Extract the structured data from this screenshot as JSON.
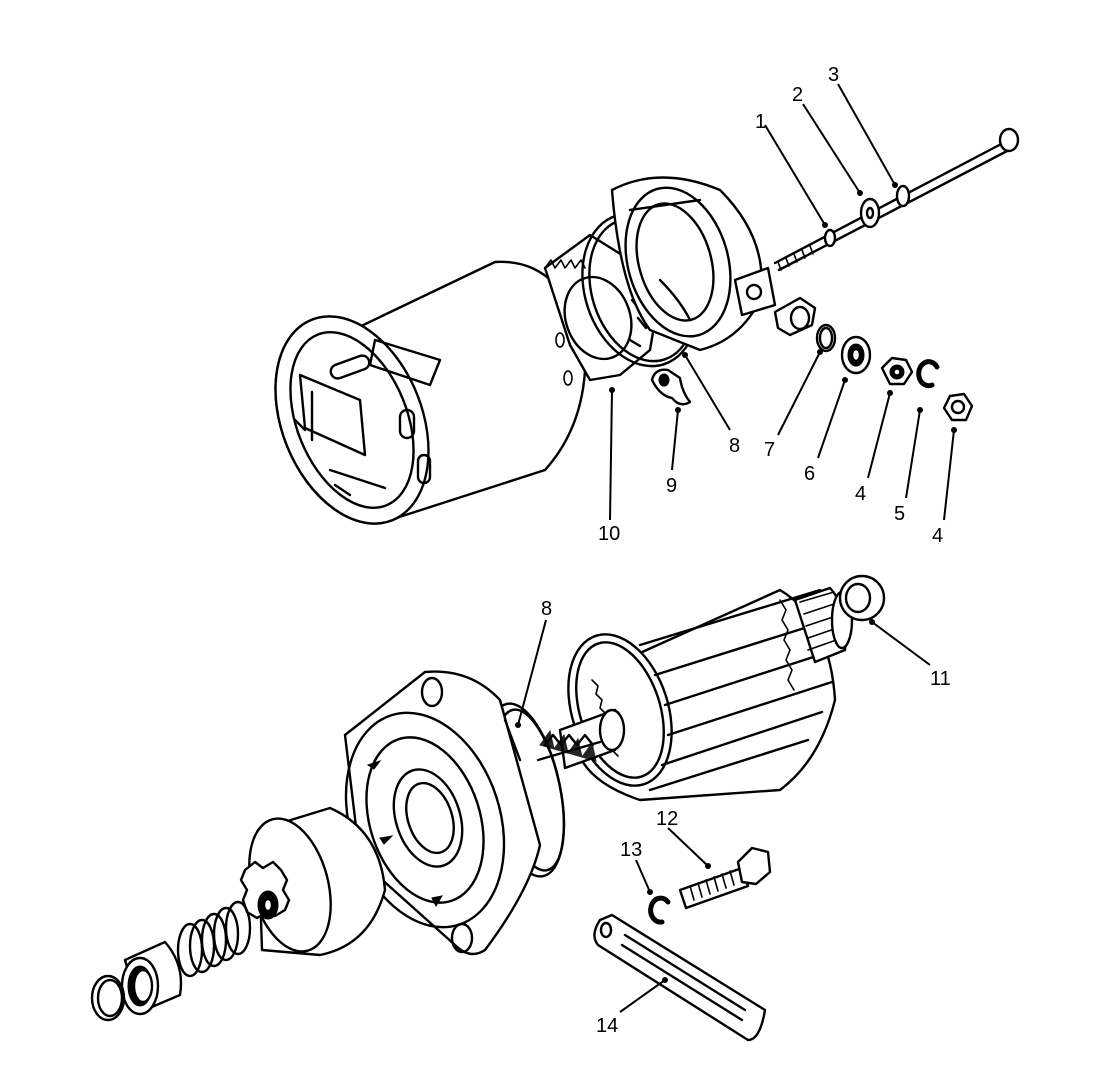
{
  "callouts": [
    {
      "id": "c1",
      "text": "1"
    },
    {
      "id": "c2",
      "text": "2"
    },
    {
      "id": "c3",
      "text": "3"
    },
    {
      "id": "c4a",
      "text": "4"
    },
    {
      "id": "c5",
      "text": "5"
    },
    {
      "id": "c4b",
      "text": "4"
    },
    {
      "id": "c6",
      "text": "6"
    },
    {
      "id": "c7",
      "text": "7"
    },
    {
      "id": "c8a",
      "text": "8"
    },
    {
      "id": "c9",
      "text": "9"
    },
    {
      "id": "c10",
      "text": "10"
    },
    {
      "id": "c8b",
      "text": "8"
    },
    {
      "id": "c11",
      "text": "11"
    },
    {
      "id": "c12",
      "text": "12"
    },
    {
      "id": "c13",
      "text": "13"
    },
    {
      "id": "c14",
      "text": "14"
    }
  ]
}
